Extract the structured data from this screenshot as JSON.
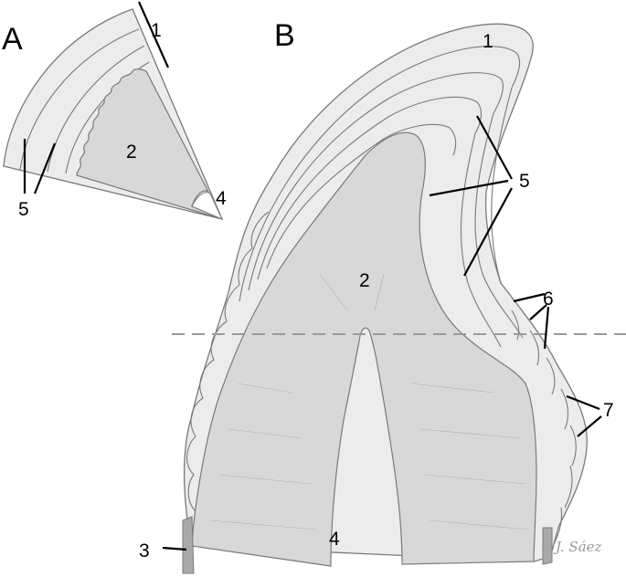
{
  "panels": {
    "a": {
      "letter": "A",
      "labels": {
        "l1": "1",
        "l2": "2",
        "l4": "4",
        "l5": "5"
      }
    },
    "b": {
      "letter": "B",
      "labels": {
        "l1": "1",
        "l2": "2",
        "l3": "3",
        "l4": "4",
        "l5": "5",
        "l6": "6",
        "l7": "7"
      }
    }
  },
  "signature": "J. Sáez",
  "colors": {
    "shell": "#ececec",
    "core": "#d8d8d8",
    "outline": "#7a7a7a",
    "dashed_line": "#9a9a9a"
  }
}
